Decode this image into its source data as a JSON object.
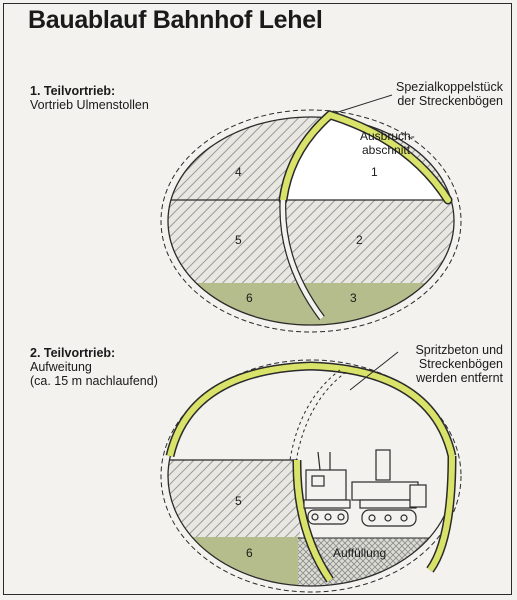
{
  "title": "Bauablauf Bahnhof Lehel",
  "stage1": {
    "heading": "1. Teilvortrieb:",
    "subtitle": "Vortrieb Ulmenstollen",
    "callout_line1": "Spezialkoppelstück",
    "callout_line2": "der Streckenbögen",
    "section_label_line1": "Ausbruch-",
    "section_label_line2": "abschnitt",
    "sections": [
      "4",
      "1",
      "5",
      "2",
      "6",
      "3"
    ]
  },
  "stage2": {
    "heading": "2. Teilvortrieb:",
    "subtitle_line1": "Aufweitung",
    "subtitle_line2": "(ca. 15 m nachlaufend)",
    "callout_line1": "Spritzbeton und",
    "callout_line2": "Streckenbögen",
    "callout_line3": "werden entfernt",
    "sections": [
      "5",
      "6"
    ],
    "fill_label": "Auffüllung"
  },
  "colors": {
    "lining": "#d9e36a",
    "green_soil": "#b6bd8c",
    "hatch": "#9a9a9a",
    "outline": "#2a2a2a"
  },
  "icons": [
    "excavator-icon",
    "bulldozer-icon"
  ]
}
